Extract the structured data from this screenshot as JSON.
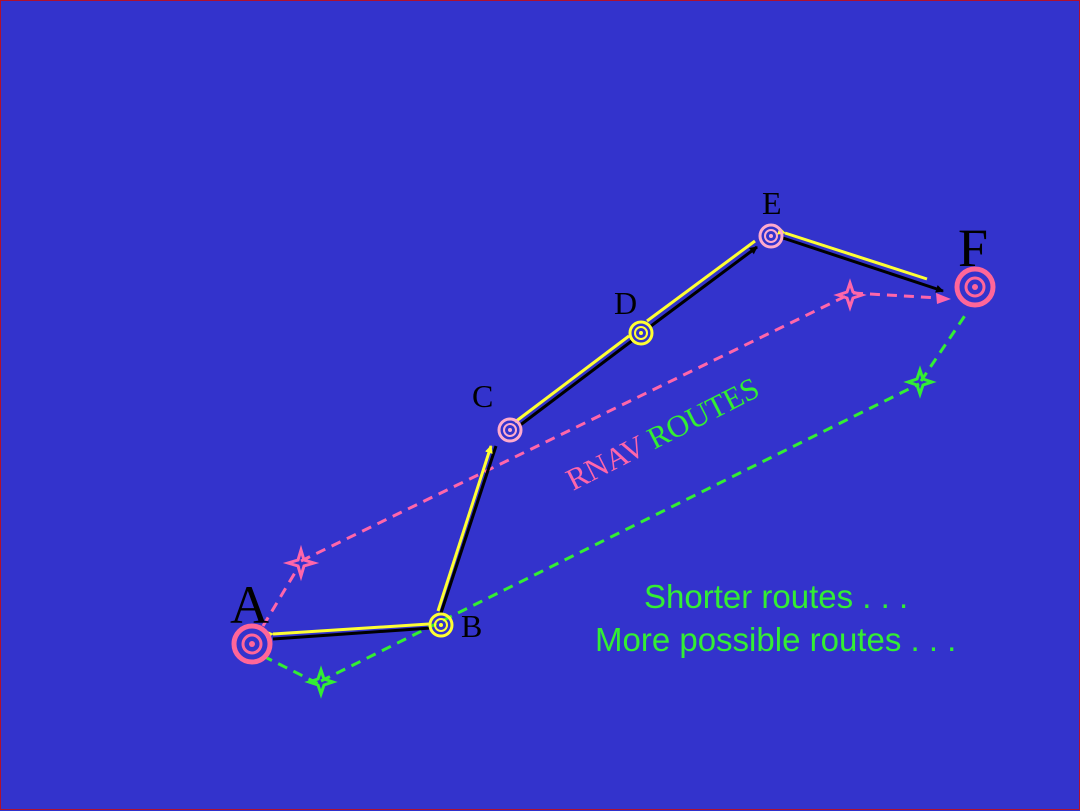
{
  "waypoints": {
    "A": "A",
    "B": "B",
    "C": "C",
    "D": "D",
    "E": "E",
    "F": "F"
  },
  "rnav_label": {
    "part1": "RNAV",
    "part2": " ROUTES"
  },
  "notes": {
    "line1": "Shorter routes . . .",
    "line2": "More possible routes . . ."
  },
  "colors": {
    "background": "#3333cc",
    "border": "#b01030",
    "victor_route": "#ffff33",
    "route_shadow": "#000000",
    "rnav_pink": "#ff66aa",
    "rnav_green": "#33ee33",
    "vor_pink": "#ff6699",
    "vor_yellow": "#ffff33",
    "vor_light_pink": "#ffaacc",
    "text_black": "#000000"
  }
}
